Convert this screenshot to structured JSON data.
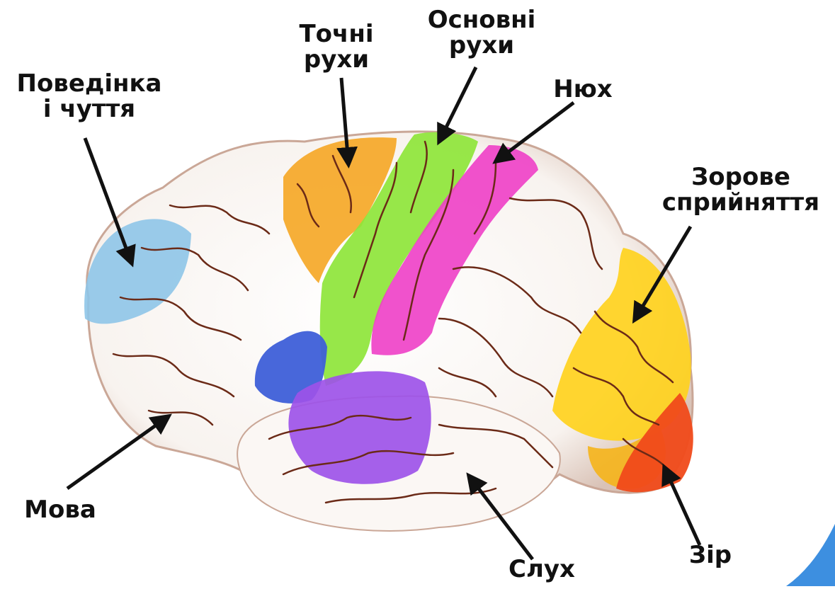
{
  "labels": {
    "behavior": {
      "line1": "Поведінка",
      "line2": "і чуття"
    },
    "fine_motor": {
      "line1": "Точні",
      "line2": "рухи"
    },
    "gross_motor": {
      "line1": "Основні",
      "line2": "рухи"
    },
    "smell": {
      "text": "Нюх"
    },
    "visual_perception": {
      "line1": "Зорове",
      "line2": "сприйняття"
    },
    "speech": {
      "text": "Мова"
    },
    "hearing": {
      "text": "Слух"
    },
    "vision": {
      "text": "Зір"
    }
  },
  "colors": {
    "behavior": "#8ec5e8",
    "fine_motor": "#f5a623",
    "gross_motor": "#8ee53a",
    "smell": "#ee3fc7",
    "visual_perception": "#ffd21a",
    "vision": "#f04a1a",
    "speech": "#3e5fd8",
    "hearing": "#9d52e8",
    "accent_corner": "#3d8fe0"
  }
}
